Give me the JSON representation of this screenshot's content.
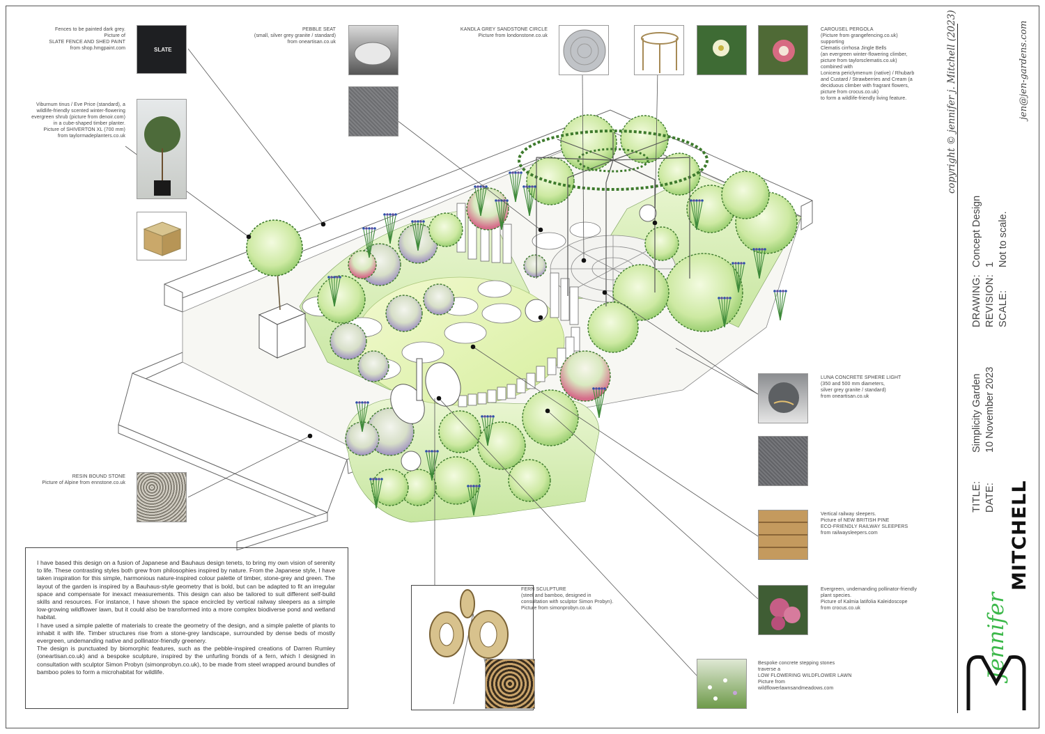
{
  "annotations": {
    "fence": [
      "Fences to be painted dark grey.",
      "Picture of",
      "SLATE FENCE AND SHED PAINT",
      "from shop.hmgpaint.com"
    ],
    "fence_tin_label": "SLATE",
    "viburnum": [
      "Viburnum tinus / Eve Price (standard), a",
      "wildlife-friendly scented winter-flowering",
      "evergreen shrub (picture from denoir.com)",
      "in a cube-shaped timber planter.",
      "Picture of SHIVERTON XL (700 mm)",
      "from taylormadeplanters.co.uk"
    ],
    "pebble_seat": [
      "PEBBLE SEAT",
      "(small, silver grey granite / standard)",
      "from oneartisan.co.uk"
    ],
    "kandla": [
      "KANDLA GREY SANDSTONE CIRCLE",
      "Picture from londonstone.co.uk"
    ],
    "pergola": [
      "CAROUSEL PERGOLA",
      "(Picture from grangefencing.co.uk)",
      "supporting",
      "Clematis cirrhosa Jingle Bells",
      "(an evergreen winter-flowering climber,",
      "picture from taylorsclematis.co.uk)",
      "combined with",
      "Lonicera periclymenum (native) / Rhubarb",
      "and Custard / Strawberries and Cream (a",
      "deciduous climber with fragrant flowers,",
      "picture from crocus.co.uk)",
      "to form a wildlife-friendly living feature."
    ],
    "luna": [
      "LUNA CONCRETE SPHERE LIGHT",
      "(350 and 500 mm diameters,",
      "silver grey granite / standard)",
      "from oneartisan.co.uk"
    ],
    "resin": [
      "RESIN BOUND STONE",
      "Picture of Alpine from ennstone.co.uk"
    ],
    "sleepers": [
      "Vertical railway sleepers.",
      "Picture of NEW BRITISH PINE",
      "ECO-FRIENDLY RAILWAY SLEEPERS",
      "from railwaysleepers.com"
    ],
    "kalmia": [
      "Evergreen, undemanding pollinator-friendly",
      "plant species.",
      "Picture of Kalmia latifolia Kaleidoscope",
      "from crocus.co.uk"
    ],
    "fern": [
      "FERN SCULPTURE",
      "(steel and bamboo, designed in",
      "consultation with sculptor Simon Probyn).",
      "Picture from simonprobyn.co.uk"
    ],
    "stepping": [
      "Bespoke concrete stepping stones",
      "traverse a",
      "LOW FLOWERING WILDFLOWER LAWN",
      "Picture from",
      "wildflowerlawnsandmeadows.com"
    ]
  },
  "story": [
    "I have based this design on a fusion of Japanese and Bauhaus design tenets, to bring my own vision of serenity to life. These contrasting styles both grew from philosophies inspired by nature. From the Japanese style, I have taken inspiration for this simple, harmonious nature-inspired colour palette of timber, stone-grey and green. The layout of the garden is inspired by a Bauhaus-style geometry that is bold, but can be adapted to fit an irregular space and compensate for inexact measurements. This design can also be tailored to suit different self-build skills and resources. For instance, I have shown the space encircled by vertical railway sleepers as a simple low-growing wildflower lawn, but it could also be transformed into a more complex biodiverse pond and wetland habitat.",
    "I have used a simple palette of materials to create the geometry of the design, and a simple palette of plants to inhabit it with life. Timber structures rise from a stone-grey landscape, surrounded by dense beds of mostly evergreen, undemanding native and pollinator-friendly greenery.",
    "The design is punctuated by biomorphic features, such as the pebble-inspired creations of Darren Rumley (oneartisan.co.uk) and a bespoke sculpture, inspired by the unfurling fronds of a fern, which I designed in consultation with sculptor Simon Probyn (simonprobyn.co.uk), to be made from steel wrapped around bundles of bamboo poles to form a microhabitat for wildlife."
  ],
  "title_block": {
    "drawing_label": "DRAWING:",
    "drawing_value": "Concept Design",
    "revision_label": "REVISION:",
    "revision_value": "1",
    "scale_label": "SCALE:",
    "scale_value": "Not to scale.",
    "title_label": "TITLE:",
    "title_value": "Simplicity Garden",
    "date_label": "DATE:",
    "date_value": "10 November 2023"
  },
  "copyright": "copyright © jennifer j. Mitchell (2023)",
  "email": "jen@jen-gardens.com",
  "brand": {
    "surname": "MITCHELL",
    "first": "Jennifer"
  },
  "colors": {
    "accent_green": "#3cb84a",
    "ink": "#333333",
    "lawn": "#e9f5b8",
    "sleeper": "#c9a878",
    "stone": "#9a9a9a"
  }
}
